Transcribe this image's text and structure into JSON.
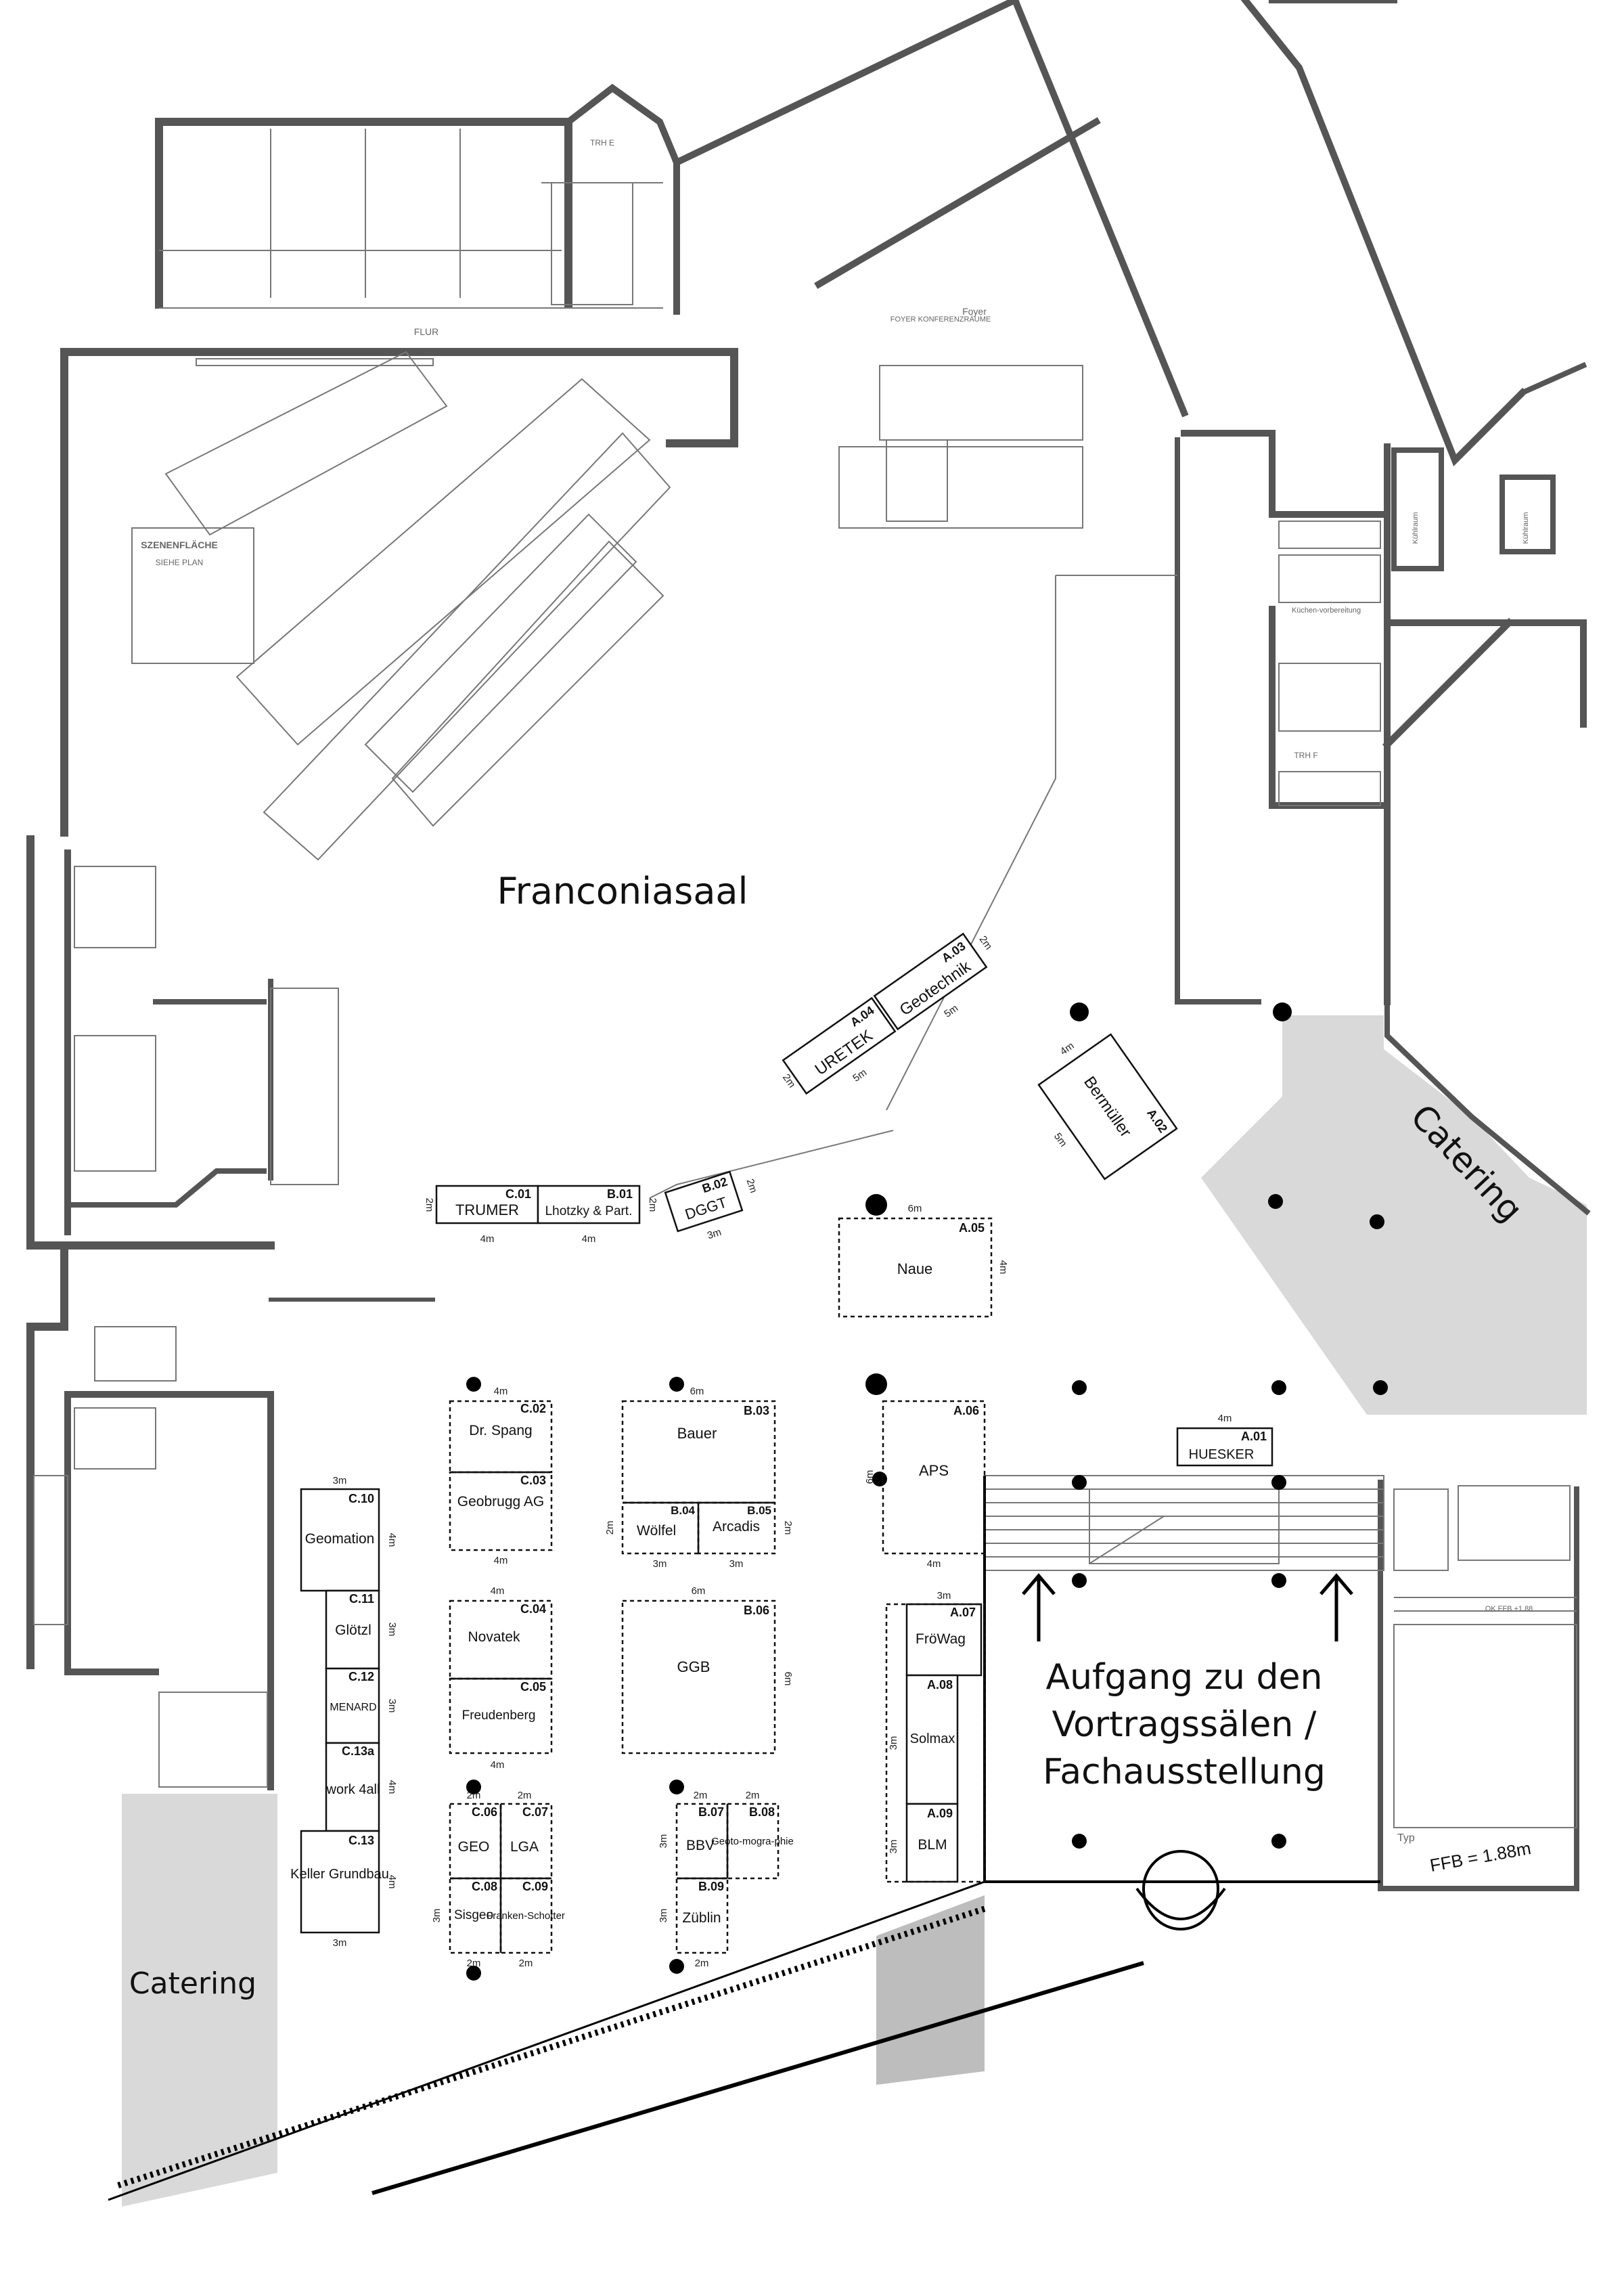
{
  "labels": {
    "main_hall": "Franconiasaal",
    "catering": "Catering",
    "stair_line1": "Aufgang zu den",
    "stair_line2": "Vortragssälen /",
    "stair_line3": "Fachausstellung",
    "ffb": "FFB = 1.88m",
    "small_rooms": {
      "flur": "FLUR",
      "foyer": "Foyer",
      "szenenflaeche": "SZENENFLÄCHE",
      "siehe_plan": "SIEHE PLAN",
      "trh_e": "TRH E",
      "trh_f": "TRH F",
      "kuehlraum": "Kühlraum",
      "kuechenvorbereitung": "Küchen-vorbereitung",
      "foyer_konferenz": "FOYER KONFERENZRÄUME",
      "ok_ffb": "OK FFB +1.88",
      "typ": "Typ"
    }
  },
  "booths": [
    {
      "id": "C.01",
      "name": "TRUMER",
      "w": "4m",
      "d": "2m"
    },
    {
      "id": "B.01",
      "name": "Lhotzky & Part.",
      "w": "4m",
      "d": "2m"
    },
    {
      "id": "B.02",
      "name": "DGGT",
      "w": "3m",
      "d": "2m"
    },
    {
      "id": "A.04",
      "name": "URETEK",
      "w": "5m",
      "d": "2m"
    },
    {
      "id": "A.03",
      "name": "Geotechnik",
      "w": "5m",
      "d": "2m"
    },
    {
      "id": "A.02",
      "name": "Bermüller",
      "w": "5m",
      "d": "4m"
    },
    {
      "id": "A.05",
      "name": "Naue",
      "w": "6m",
      "d": "4m"
    },
    {
      "id": "C.02",
      "name": "Dr. Spang",
      "w": "4m",
      "d": ""
    },
    {
      "id": "C.03",
      "name": "Geobrugg AG",
      "w": "4m",
      "d": ""
    },
    {
      "id": "B.03",
      "name": "Bauer",
      "w": "6m",
      "d": ""
    },
    {
      "id": "B.04",
      "name": "Wölfel",
      "w": "3m",
      "d": "2m"
    },
    {
      "id": "B.05",
      "name": "Arcadis",
      "w": "3m",
      "d": "2m"
    },
    {
      "id": "A.06",
      "name": "APS",
      "w": "4m",
      "d": "6m"
    },
    {
      "id": "A.01",
      "name": "HUESKER",
      "w": "4m",
      "d": ""
    },
    {
      "id": "C.10",
      "name": "Geomation",
      "w": "3m",
      "d": "4m"
    },
    {
      "id": "C.11",
      "name": "Glötzl",
      "w": "",
      "d": "3m"
    },
    {
      "id": "C.12",
      "name": "MENARD",
      "w": "",
      "d": "3m"
    },
    {
      "id": "C.13a",
      "name": "work 4all",
      "w": "",
      "d": "4m"
    },
    {
      "id": "C.13",
      "name": "Keller Grundbau",
      "w": "3m",
      "d": "4m"
    },
    {
      "id": "C.04",
      "name": "Novatek",
      "w": "4m",
      "d": ""
    },
    {
      "id": "C.05",
      "name": "Freudenberg",
      "w": "4m",
      "d": ""
    },
    {
      "id": "B.06",
      "name": "GGB",
      "w": "6m",
      "d": "6m"
    },
    {
      "id": "A.07",
      "name": "FröWag",
      "w": "3m",
      "d": ""
    },
    {
      "id": "A.08",
      "name": "Solmax",
      "w": "",
      "d": "3m"
    },
    {
      "id": "A.09",
      "name": "BLM",
      "w": "",
      "d": "3m"
    },
    {
      "id": "C.06",
      "name": "GEO",
      "w": "2m",
      "d": ""
    },
    {
      "id": "C.07",
      "name": "LGA",
      "w": "2m",
      "d": ""
    },
    {
      "id": "C.08",
      "name": "Sisgeo",
      "w": "2m",
      "d": "3m"
    },
    {
      "id": "C.09",
      "name": "Franken-Schotter",
      "w": "2m",
      "d": ""
    },
    {
      "id": "B.07",
      "name": "BBV",
      "w": "2m",
      "d": "3m"
    },
    {
      "id": "B.08",
      "name": "Geoto-mogra-phie",
      "w": "2m",
      "d": ""
    },
    {
      "id": "B.09",
      "name": "Züblin",
      "w": "2m",
      "d": "3m"
    }
  ],
  "colors": {
    "wall": "#555555",
    "catering_fill": "#d9d9d9",
    "booth_stroke": "#111111",
    "column": "#000000"
  }
}
